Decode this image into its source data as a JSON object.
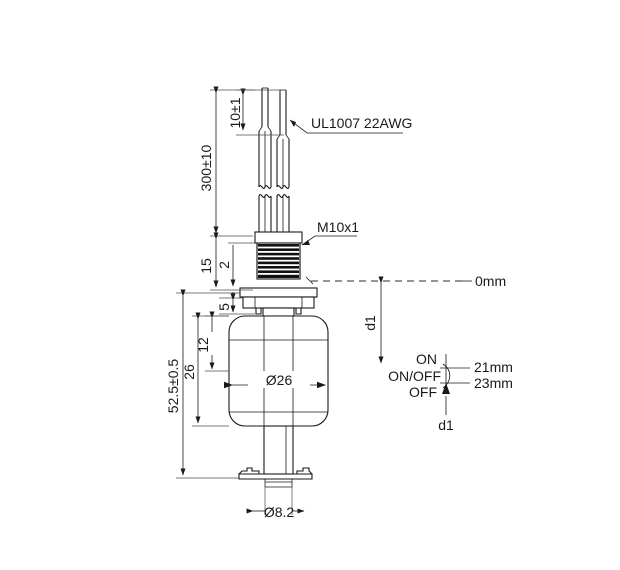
{
  "drawing": {
    "title": "Float level switch dimensional drawing",
    "units": "mm",
    "line_color": "#1a1a1a",
    "thread_color": "#111111",
    "background": "#ffffff"
  },
  "labels": {
    "wire_strip_length": "10±1",
    "cable_length": "300±10",
    "cable_spec": "UL1007 22AWG",
    "thread_spec": "M10x1",
    "thread_length": "15",
    "flange_thickness_top": "2",
    "flange_thickness_bottom": "5",
    "float_top_gap": "12",
    "float_height": "26",
    "total_length": "52.5±0.5",
    "float_diameter": "Ø26",
    "stem_diameter": "Ø8.2",
    "zero_reference": "0mm",
    "d1_upper": "d1",
    "d1_lower": "d1",
    "state_on": "ON",
    "state_onoff": "ON/OFF",
    "state_off": "OFF",
    "switch_point_on": "21mm",
    "switch_point_off": "23mm"
  },
  "icons": {
    "arrow": "dimension-arrow-icon",
    "break": "break-symbol-icon",
    "arc": "switch-arc-icon"
  }
}
